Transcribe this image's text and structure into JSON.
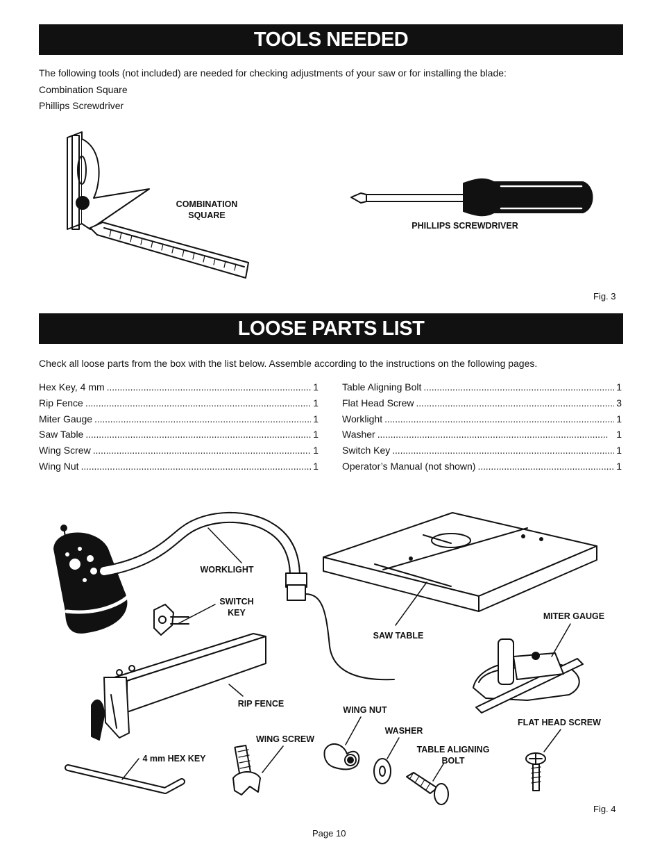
{
  "tools": {
    "heading": "TOOLS NEEDED",
    "intro": "The following tools (not included) are needed for checking adjustments of your saw or for installing the blade:",
    "items": [
      "Combination Square",
      "Phillips Screwdriver"
    ],
    "labels": {
      "square_1": "COMBINATION",
      "square_2": "SQUARE",
      "screwdriver": "PHILLIPS SCREWDRIVER"
    },
    "fig": "Fig. 3"
  },
  "parts": {
    "heading": "LOOSE PARTS LIST",
    "intro": "Check all loose parts from the box with the list below. Assemble according to the instructions on the following pages.",
    "left": [
      {
        "name": "Hex Key, 4 mm",
        "qty": "1"
      },
      {
        "name": "Rip Fence",
        "qty": "1"
      },
      {
        "name": "Miter Gauge",
        "qty": "1"
      },
      {
        "name": "Saw Table",
        "qty": "1"
      },
      {
        "name": "Wing Screw",
        "qty": "1"
      },
      {
        "name": "Wing Nut",
        "qty": "1"
      }
    ],
    "right": [
      {
        "name": "Table Aligning Bolt",
        "qty": "1"
      },
      {
        "name": "Flat Head Screw",
        "qty": "3"
      },
      {
        "name": "Worklight",
        "qty": "1"
      },
      {
        "name": "Washer",
        "qty": "1"
      },
      {
        "name": "Switch Key",
        "qty": "1"
      },
      {
        "name": "Operator’s Manual (not shown)",
        "qty": "1"
      }
    ],
    "labels": {
      "worklight": "WORKLIGHT",
      "switch_1": "SWITCH",
      "switch_2": "KEY",
      "saw_table": "SAW TABLE",
      "miter_gauge": "MITER GAUGE",
      "rip_fence": "RIP FENCE",
      "wing_nut": "WING NUT",
      "washer": "WASHER",
      "flat_head_screw": "FLAT HEAD SCREW",
      "wing_screw": "WING SCREW",
      "aligning_1": "TABLE ALIGNING",
      "aligning_2": "BOLT",
      "hex_key": "4 mm HEX KEY"
    },
    "fig": "Fig. 4"
  },
  "footer": {
    "page": "Page 10"
  }
}
